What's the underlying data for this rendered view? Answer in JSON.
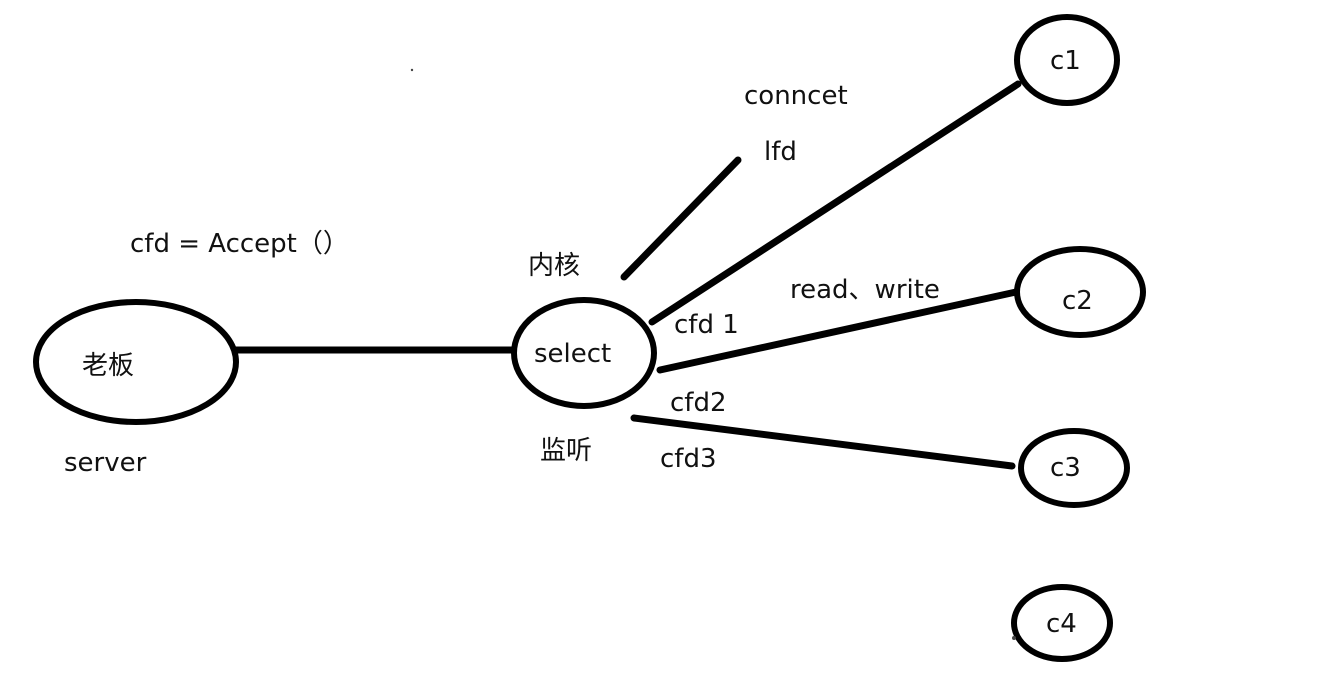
{
  "diagram": {
    "nodes": {
      "boss": {
        "label": "老板"
      },
      "select": {
        "label": "select"
      },
      "c1": {
        "label": "c1"
      },
      "c2": {
        "label": "c2"
      },
      "c3": {
        "label": "c3"
      },
      "c4": {
        "label": "c4"
      }
    },
    "labels": {
      "server": "server",
      "accept_call": "cfd =  Accept（）",
      "kernel": "内核",
      "listen": "监听",
      "connect": "conncet",
      "lfd": "lfd",
      "read_write": "read、write",
      "cfd1": "cfd 1",
      "cfd2": "cfd2",
      "cfd3": "cfd3"
    },
    "colors": {
      "stroke": "#000000",
      "background": "#ffffff"
    }
  }
}
